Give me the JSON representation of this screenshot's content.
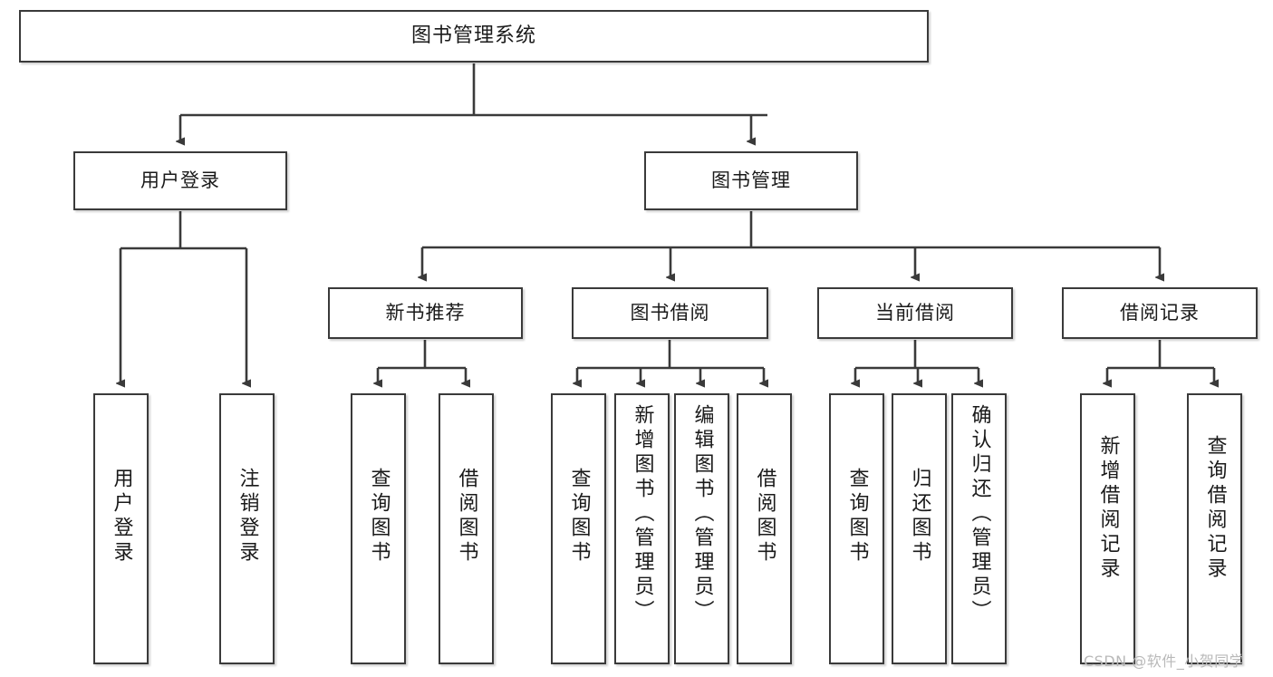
{
  "diagram": {
    "title": "图书管理系统",
    "watermark": "CSDN @软件_小贺同学",
    "root": {
      "label": "图书管理系统"
    },
    "level1": [
      {
        "label": "用户登录"
      },
      {
        "label": "图书管理"
      }
    ],
    "level2": [
      {
        "label": "新书推荐"
      },
      {
        "label": "图书借阅"
      },
      {
        "label": "当前借阅"
      },
      {
        "label": "借阅记录"
      }
    ],
    "leaves": {
      "user_login": [
        {
          "label": "用户登录"
        },
        {
          "label": "注销登录"
        }
      ],
      "new_book_recommend": [
        {
          "label": "查询图书"
        },
        {
          "label": "借阅图书"
        }
      ],
      "book_borrow": [
        {
          "label": "查询图书"
        },
        {
          "label": "新增图书（管理员）"
        },
        {
          "label": "编辑图书（管理员）"
        },
        {
          "label": "借阅图书"
        }
      ],
      "current_borrow": [
        {
          "label": "查询图书"
        },
        {
          "label": "归还图书"
        },
        {
          "label": "确认归还（管理员）"
        }
      ],
      "borrow_record": [
        {
          "label": "新增借阅记录"
        },
        {
          "label": "查询借阅记录"
        }
      ]
    },
    "colors": {
      "stroke": "#3a3a3a",
      "fill": "#ffffff",
      "text": "#1a1a1a",
      "watermark": "#b9b9b9"
    }
  }
}
